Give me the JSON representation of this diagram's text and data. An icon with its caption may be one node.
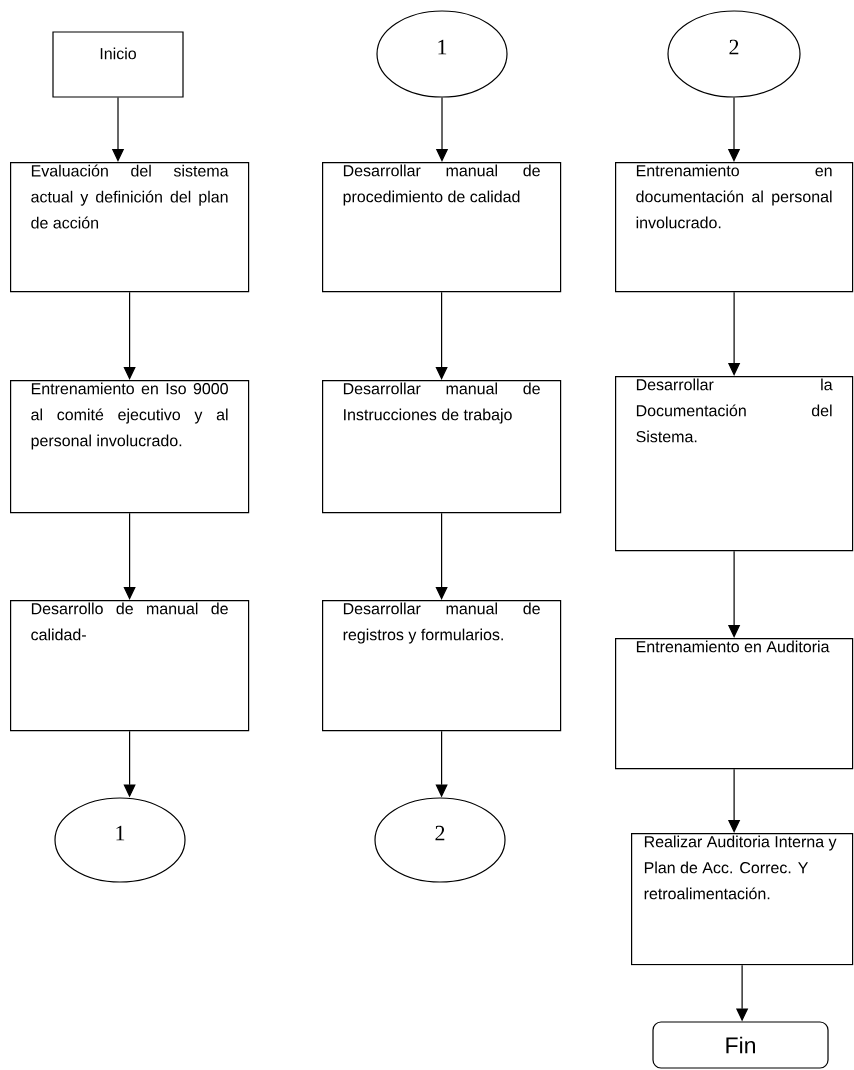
{
  "diagram": {
    "nodes": [
      {
        "text": [
          "Inicio"
        ]
      },
      {
        "text": [
          "Evaluación del sistema actual y definición del plan de acción"
        ]
      },
      {
        "text": [
          "Entrenamiento en Iso 9000 al comité ejecutivo y al personal involucrado."
        ]
      },
      {
        "text": [
          "Desarrollo de manual de calidad-"
        ]
      },
      {
        "text": [
          "1"
        ]
      },
      {
        "text": [
          "1"
        ]
      },
      {
        "text": [
          "Desarrollar manual de procedimiento de calidad"
        ]
      },
      {
        "text": [
          "Desarrollar manual de Instrucciones de trabajo"
        ]
      },
      {
        "text": [
          "Desarrollar manual de registros y formularios."
        ]
      },
      {
        "text": [
          "2"
        ]
      },
      {
        "text": [
          "2"
        ]
      },
      {
        "text": [
          "Entrenamiento en documentación al personal involucrado."
        ]
      },
      {
        "text": [
          "Desarrollar la Documentación del Sistema."
        ]
      },
      {
        "text": [
          "Entrenamiento en Auditoria"
        ]
      },
      {
        "text": [
          "Realizar Auditoria Interna y Plan de Acc. Correc.  Y retroalimentación."
        ]
      },
      {
        "text": [
          "Fin"
        ]
      }
    ],
    "edges": [
      {
        "from": 0,
        "to": 1,
        "arrow": "to"
      },
      {
        "from": 1,
        "to": 2,
        "arrow": "to"
      },
      {
        "from": 2,
        "to": 3,
        "arrow": "to"
      },
      {
        "from": 3,
        "to": 4,
        "arrow": "to"
      },
      {
        "from": 5,
        "to": 6,
        "arrow": "to"
      },
      {
        "from": 6,
        "to": 7,
        "arrow": "to"
      },
      {
        "from": 7,
        "to": 8,
        "arrow": "to"
      },
      {
        "from": 8,
        "to": 9,
        "arrow": "to"
      },
      {
        "from": 10,
        "to": 11,
        "arrow": "to"
      },
      {
        "from": 11,
        "to": 12,
        "arrow": "to"
      },
      {
        "from": 12,
        "to": 13,
        "arrow": "to"
      },
      {
        "from": 13,
        "to": 14,
        "arrow": "to"
      },
      {
        "from": 14,
        "to": 15,
        "arrow": "to"
      }
    ]
  }
}
